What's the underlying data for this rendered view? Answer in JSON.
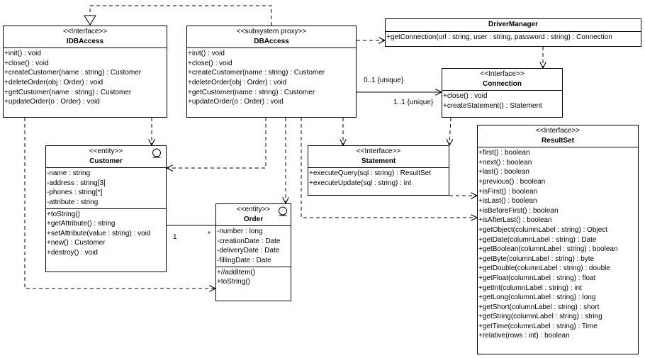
{
  "classes": {
    "idbaccess": {
      "stereotype": "<<Interface>>",
      "name": "IDBAccess",
      "operations": [
        "+init() : void",
        "+close() : void",
        "+createCustomer(name : string) : Customer",
        "+deleteOrder(obj : Order) : void",
        "+getCustomer(name : string) : Customer",
        "+updateOrder(o : Order) : void"
      ]
    },
    "dbaccess": {
      "stereotype": "<<subsystem proxy>>",
      "name": "DBAccess",
      "operations": [
        "+init() : void",
        "+close() : void",
        "+createCustomer(name : string) : Customer",
        "+deleteOrder(obj : Order) : void",
        "+getCustomer(name : string) : Customer",
        "+updateOrder(o : Order) : void"
      ]
    },
    "drivermanager": {
      "name": "DriverManager",
      "operations": [
        "+getConnection(url : string, user : string, password : string) : Connection"
      ]
    },
    "connection": {
      "stereotype": "<<Interface>>",
      "name": "Connection",
      "operations": [
        "+close() : void",
        "+createStatement() : Statement"
      ]
    },
    "statement": {
      "stereotype": "<<Interface>>",
      "name": "Statement",
      "operations": [
        "+executeQuery(sql : string) : ResultSet",
        "+executeUpdate(sql : string) : int"
      ]
    },
    "customer": {
      "stereotype": "<<entity>>",
      "name": "Customer",
      "attributes": [
        "-name : string",
        "-address : string[3]",
        "-phones : string[*]",
        "-attribute : string"
      ],
      "operations": [
        "+toString()",
        "+getAttribute() : string",
        "+setAttribute(value : string) : void",
        "+new() : Customer",
        "+destroy() : void"
      ]
    },
    "order": {
      "stereotype": "<<entity>>",
      "name": "Order",
      "attributes": [
        "-number : long",
        "-creationDate : Date",
        "-deliveryDate : Date",
        "-fillingDate : Date"
      ],
      "operations": [
        "+//addItem()",
        "+toString()"
      ]
    },
    "resultset": {
      "stereotype": "<<Interface>>",
      "name": "ResultSet",
      "operations": [
        "+first() : boolean",
        "+next() : boolean",
        "+last() : boolean",
        "+previous() : boolean",
        "+isFirst() : boolean",
        "+isLast() : boolean",
        "+isBeforeFirst() : boolean",
        "+isAfterLast() : boolean",
        "+getObject(columnLabel : string) : Object",
        "+getDate(columnLabel : string) : Date",
        "+getBoolean(columnLabel : string) : boolean",
        "+getByte(columnLabel : string) : byte",
        "+getDouble(columnLabel : string) : double",
        "+getFloat(columnLabel : string) : float",
        "+getInt(columnLabel : string) : int",
        "+getLong(columnLabel : string) : long",
        "+getShort(columnLabel : string) : short",
        "+getString(columnLabel : string) : string",
        "+getTime(columnLabel : string) : Time",
        "+relative(rows : int) : boolean"
      ]
    }
  },
  "relations": {
    "conn_mult_source": "0..1 {unique}",
    "conn_mult_target": "1..1 {unique}",
    "cust_order_mult_source": "1",
    "cust_order_mult_target": "*"
  },
  "colors": {
    "line": "#000000",
    "background": "#ffffff"
  }
}
